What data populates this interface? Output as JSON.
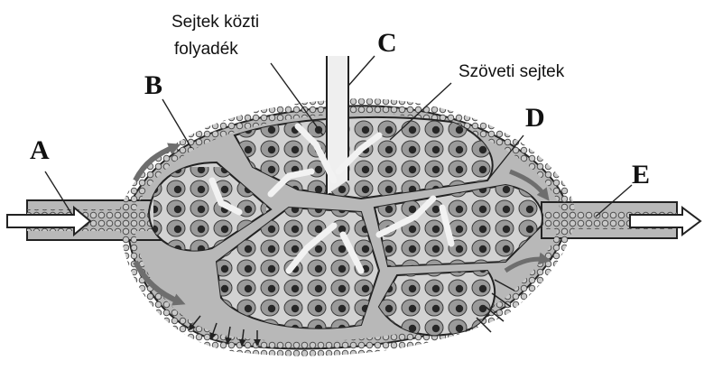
{
  "labels": {
    "a": "A",
    "b": "B",
    "c": "C",
    "d": "D",
    "e": "E",
    "interstitial_line1": "Sejtek közti",
    "interstitial_line2": "folyadék",
    "tissue_cells": "Szöveti sejtek"
  },
  "colors": {
    "background": "#ffffff",
    "outline": "#222222",
    "vessel_wall": "#b8b8b8",
    "tissue_fill": "#d2d2d2",
    "interstitial_fill": "#efefef",
    "cell_fill": "#9a9a9a",
    "nucleus": "#262626",
    "blood_cell": "#c9c9c9",
    "flow_arrow": "#6e6e6e"
  },
  "icons": [
    "inflow-arrow-icon",
    "outflow-arrow-icon",
    "flow-direction-arrow-icon"
  ]
}
